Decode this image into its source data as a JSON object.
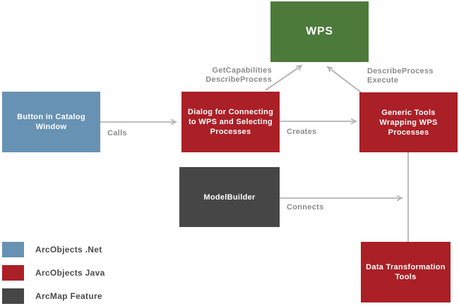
{
  "colors": {
    "green": "#4c7a3b",
    "blue": "#6792b3",
    "red": "#ab1f26",
    "dark": "#464646",
    "arrow": "#b5b5b5",
    "label_text": "#8c8c8c",
    "legend_text": "#4a4a4a"
  },
  "nodes": [
    {
      "id": "wps",
      "lines": [
        "WPS"
      ]
    },
    {
      "id": "button-in-catalog-window",
      "lines": [
        "Button in Catalog",
        "Window"
      ]
    },
    {
      "id": "dialog-for-connecting",
      "lines": [
        "Dialog for Connecting",
        "to WPS and Selecting",
        "Processes"
      ]
    },
    {
      "id": "generic-tools",
      "lines": [
        "Generic Tools",
        "Wrapping WPS",
        "Processes"
      ]
    },
    {
      "id": "modelbuilder",
      "lines": [
        "ModelBuilder"
      ]
    },
    {
      "id": "data-transformation-tools",
      "lines": [
        "Data Transformation",
        "Tools"
      ]
    }
  ],
  "edge_labels": {
    "calls": "Calls",
    "creates": "Creates",
    "connects": "Connects",
    "dialog_to_wps": {
      "line1": "GetCapabilities",
      "line2": "DescribeProcess"
    },
    "generic_to_wps": {
      "line1": "DescribeProcess",
      "line2": "Execute"
    }
  },
  "legend": {
    "items": [
      {
        "swatch": "blue",
        "label": "ArcObjects .Net"
      },
      {
        "swatch": "red",
        "label": "ArcObjects Java"
      },
      {
        "swatch": "dark",
        "label": "ArcMap Feature"
      }
    ]
  }
}
